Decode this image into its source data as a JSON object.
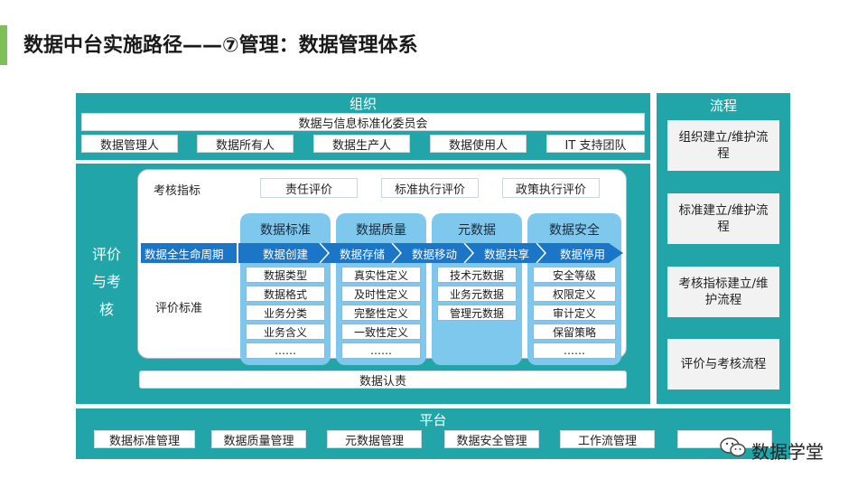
{
  "title": "数据中台实施路径——⑦管理：数据管理体系",
  "organization": {
    "header": "组织",
    "committee": "数据与信息标准化委员会",
    "roles": [
      "数据管理人",
      "数据所有人",
      "数据生产人",
      "数据使用人",
      "IT 支持团队"
    ]
  },
  "evaluation": {
    "label_chars": [
      "评价",
      "与考",
      "核"
    ],
    "kpi_label": "考核指标",
    "kpi_items": [
      "责任评价",
      "标准执行评价",
      "政策执行评价"
    ],
    "lifecycle_label": "数据全生命周期",
    "lifecycle_steps": [
      "数据创建",
      "数据存储",
      "数据移动",
      "数据共享",
      "数据停用"
    ],
    "criteria_label": "评价标准",
    "columns": [
      {
        "title": "数据标准",
        "items": [
          "数据类型",
          "数据格式",
          "业务分类",
          "业务含义",
          "……"
        ]
      },
      {
        "title": "数据质量",
        "items": [
          "真实性定义",
          "及时性定义",
          "完整性定义",
          "一致性定义",
          "……"
        ]
      },
      {
        "title": "元数据",
        "items": [
          "技术元数据",
          "业务元数据",
          "管理元数据"
        ]
      },
      {
        "title": "数据安全",
        "items": [
          "安全等级",
          "权限定义",
          "审计定义",
          "保留策略",
          "……"
        ]
      }
    ],
    "accountability": "数据认责"
  },
  "process": {
    "header": "流程",
    "items": [
      "组织建立/维护流程",
      "标准建立/维护流程",
      "考核指标建立/维护流程",
      "评价与考核流程"
    ]
  },
  "platform": {
    "header": "平台",
    "items": [
      "数据标准管理",
      "数据质量管理",
      "元数据管理",
      "数据安全管理",
      "工作流管理",
      ""
    ]
  },
  "watermark": {
    "text": "数据学堂",
    "icon": "wechat-icon"
  },
  "colors": {
    "teal": "#21a5a8",
    "lifecycle_blue": "#1b76c8",
    "column_blue": "#7ec8ee",
    "accent_green": "#7fbf5a"
  }
}
